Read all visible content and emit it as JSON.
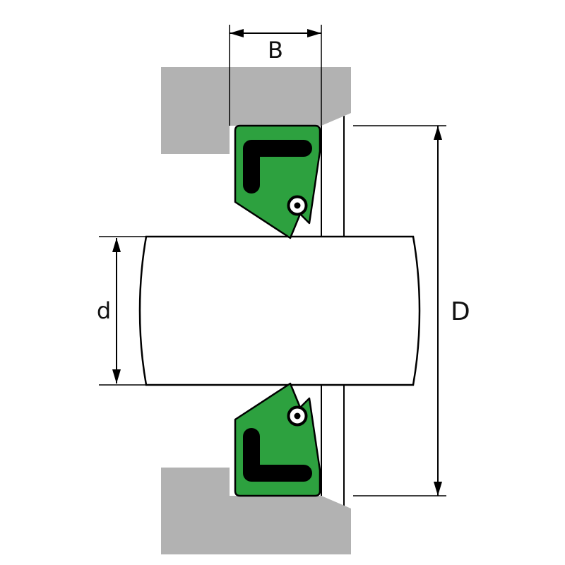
{
  "diagram": {
    "dimensions": {
      "seal_width_label": "B",
      "shaft_diameter_label": "d",
      "housing_bore_diameter_label": "D"
    },
    "colors": {
      "seal_rubber": "#2da13f",
      "seal_case": "#000000",
      "housing": "#b2b2b2",
      "shaft_fill": "#ffffff",
      "line": "#000000",
      "background": "#ffffff"
    }
  }
}
